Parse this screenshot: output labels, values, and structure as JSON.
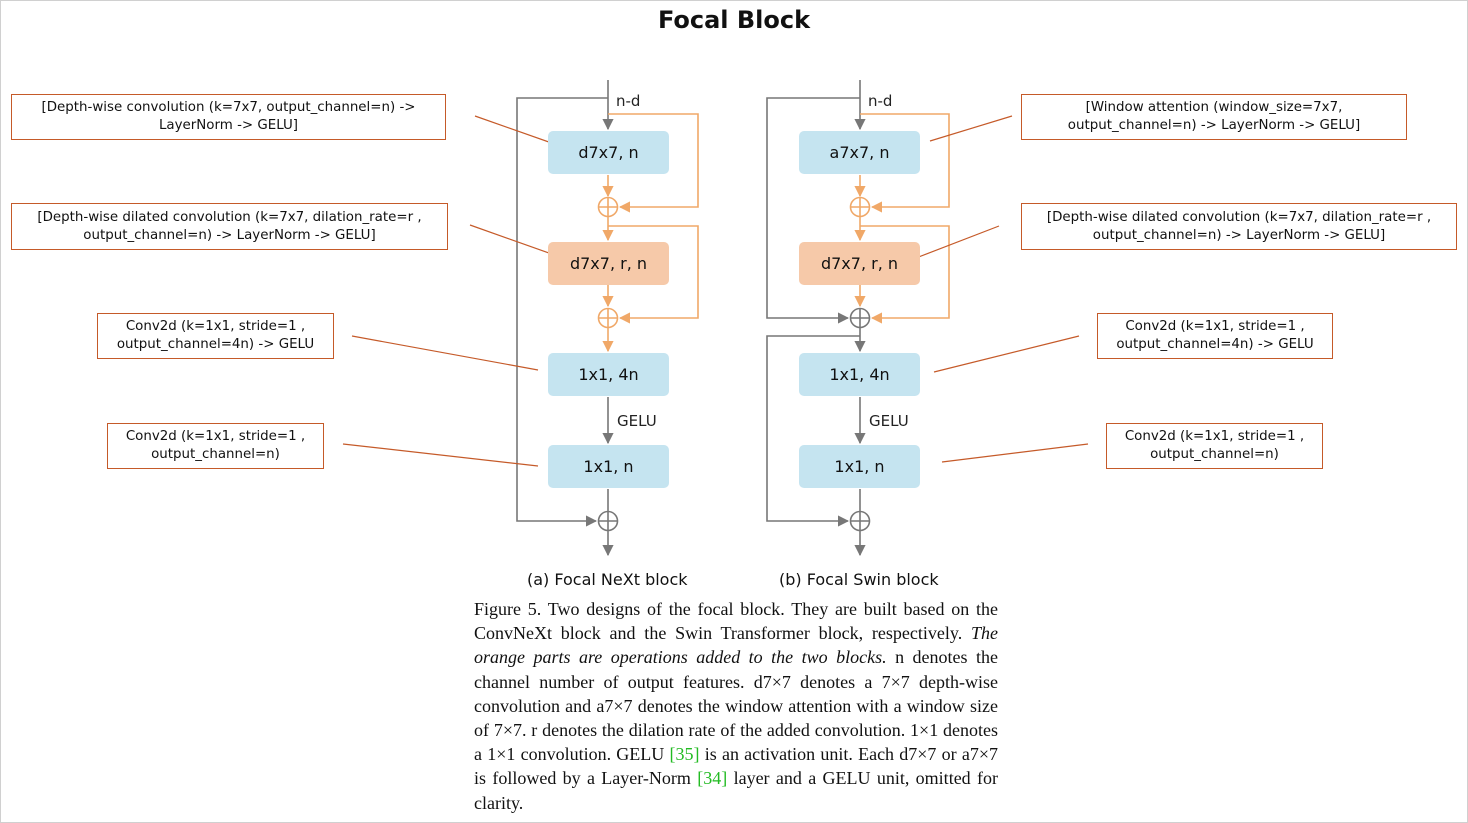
{
  "title": "Focal Block",
  "left_block": {
    "input_label": "n-d",
    "blocks": [
      "d7x7, n",
      "d7x7, r, n",
      "1x1, 4n",
      "1x1, n"
    ],
    "activation_label": "GELU",
    "caption": "(a) Focal NeXt block",
    "notes": [
      [
        "[Depth-wise convolution (k=7x7, output_channel=n) ->",
        "LayerNorm -> GELU]"
      ],
      [
        "[Depth-wise dilated convolution (k=7x7, dilation_rate=r ,",
        "output_channel=n) -> LayerNorm -> GELU]"
      ],
      [
        "Conv2d (k=1x1, stride=1 ,",
        "output_channel=4n) -> GELU"
      ],
      [
        "Conv2d (k=1x1, stride=1 ,",
        "output_channel=n)"
      ]
    ]
  },
  "right_block": {
    "input_label": "n-d",
    "blocks": [
      "a7x7, n",
      "d7x7, r, n",
      "1x1, 4n",
      "1x1, n"
    ],
    "activation_label": "GELU",
    "caption": "(b) Focal Swin block",
    "notes": [
      [
        "[Window attention (window_size=7x7,",
        "output_channel=n) -> LayerNorm -> GELU]"
      ],
      [
        "[Depth-wise dilated convolution (k=7x7, dilation_rate=r ,",
        "output_channel=n) -> LayerNorm -> GELU]"
      ],
      [
        "Conv2d (k=1x1, stride=1 ,",
        "output_channel=4n) -> GELU"
      ],
      [
        "Conv2d (k=1x1, stride=1 ,",
        "output_channel=n)"
      ]
    ]
  },
  "figure_caption": {
    "p1": "Figure 5.  Two designs of the focal block.  They are built based on the ConvNeXt block and the Swin Transformer block, respectively. ",
    "p2_italic": "The orange parts are operations added to the two blocks.",
    "p3": " n denotes the channel number of output features. d7×7 denotes a 7×7 depth-wise convolution and a7×7 denotes the window attention with a window size of 7×7. r denotes the dilation rate of the added convolution.  1×1 denotes a 1×1 convolution.  GELU ",
    "cite1": "[35]",
    "p4": " is an activation unit.  Each d7×7 or a7×7 is followed by a Layer-Norm ",
    "cite2": "[34]",
    "p5": " layer and a GELU unit, omitted for clarity."
  },
  "colors": {
    "block_blue": "#c5e4f0",
    "block_orange": "#f6c9a9",
    "orange_line": "#f0a868",
    "note_border": "#c55a29",
    "grey_line": "#777777",
    "citation": "#22bb22"
  }
}
